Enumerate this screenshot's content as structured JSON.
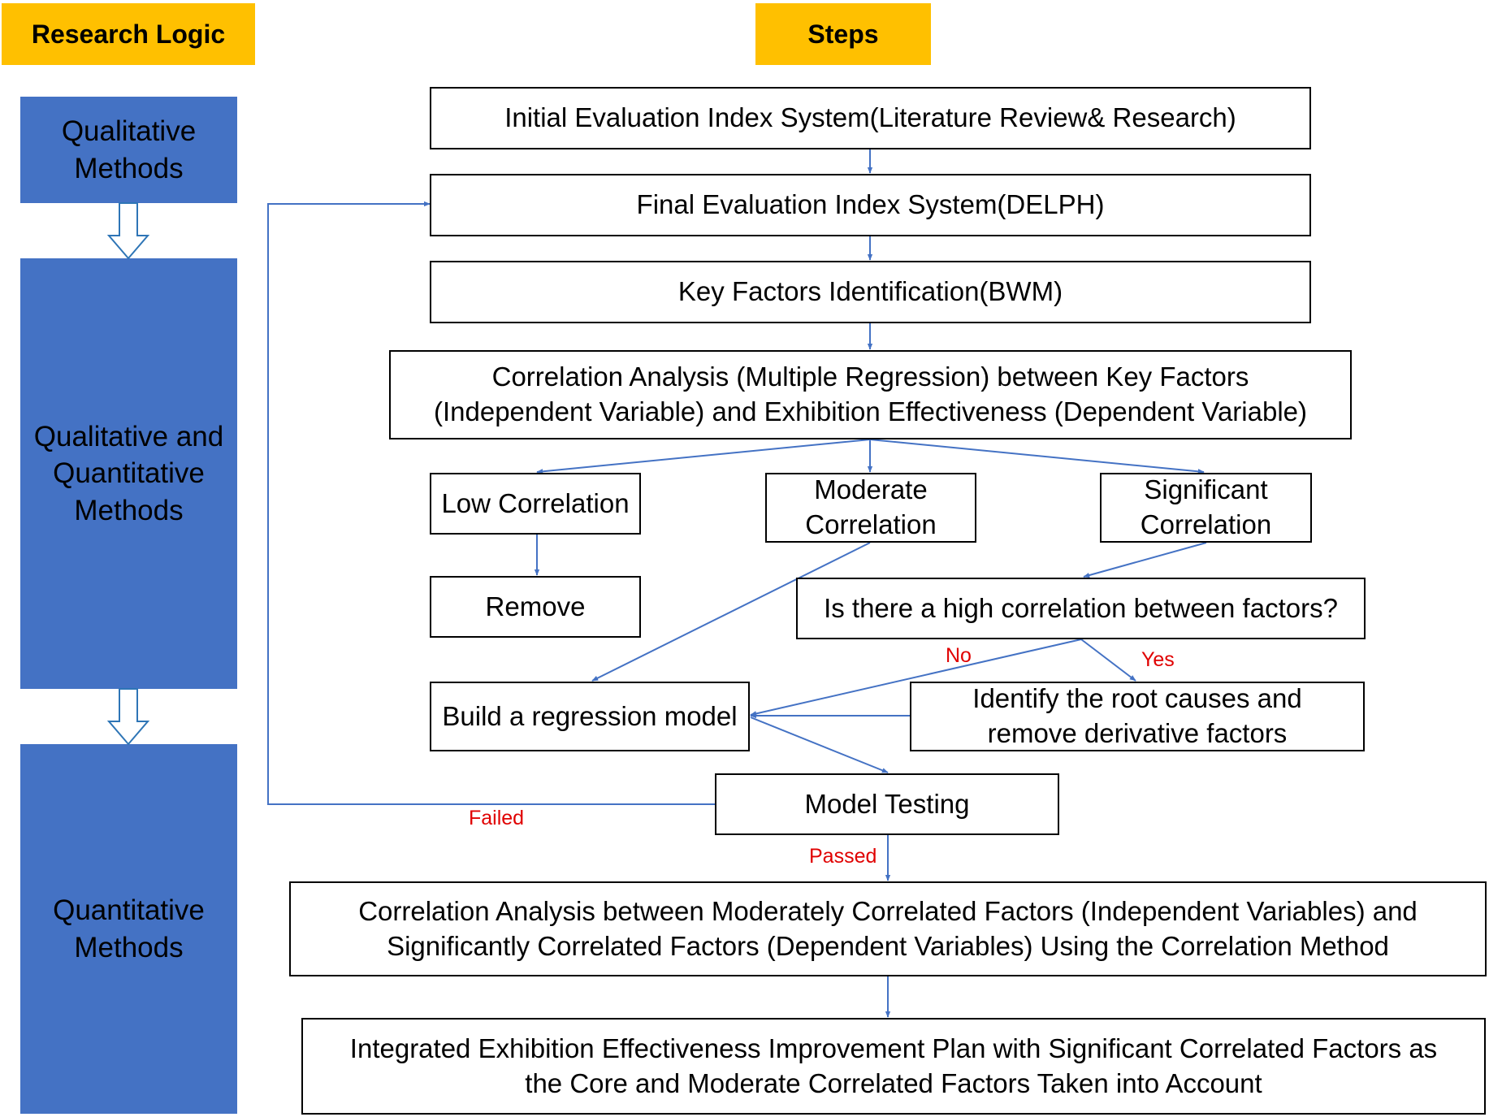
{
  "headers": {
    "left": "Research Logic",
    "right": "Steps"
  },
  "phases": {
    "qualitative": "Qualitative\nMethods",
    "mixed": "Qualitative and\nQuantitative\nMethods",
    "quantitative": "Quantitative\nMethods"
  },
  "steps": {
    "initial_index": "Initial Evaluation Index System(Literature Review& Research)",
    "final_index": "Final Evaluation Index System(DELPH)",
    "key_factors": "Key Factors Identification(BWM)",
    "correlation_analysis": "Correlation Analysis (Multiple Regression) between Key Factors\n(Independent Variable) and Exhibition Effectiveness (Dependent Variable)",
    "low_correlation": "Low Correlation",
    "moderate_correlation": "Moderate\nCorrelation",
    "significant_correlation": "Significant\nCorrelation",
    "remove": "Remove",
    "high_correlation_question": "Is there a high correlation between factors?",
    "build_regression": "Build a regression model",
    "root_causes": "Identify the root causes and\nremove derivative factors",
    "model_testing": "Model Testing",
    "moderate_vs_significant": "Correlation Analysis between Moderately Correlated Factors (Independent Variables) and\nSignificantly Correlated Factors (Dependent Variables) Using the Correlation Method",
    "improvement_plan": "Integrated Exhibition Effectiveness Improvement Plan with Significant Correlated Factors as\nthe Core and Moderate Correlated Factors Taken into Account"
  },
  "edge_labels": {
    "no": "No",
    "yes": "Yes",
    "failed": "Failed",
    "passed": "Passed"
  },
  "colors": {
    "header_fill": "#ffc000",
    "phase_fill": "#4472c4",
    "arrow": "#4472c4",
    "edge_label": "#e00000"
  }
}
